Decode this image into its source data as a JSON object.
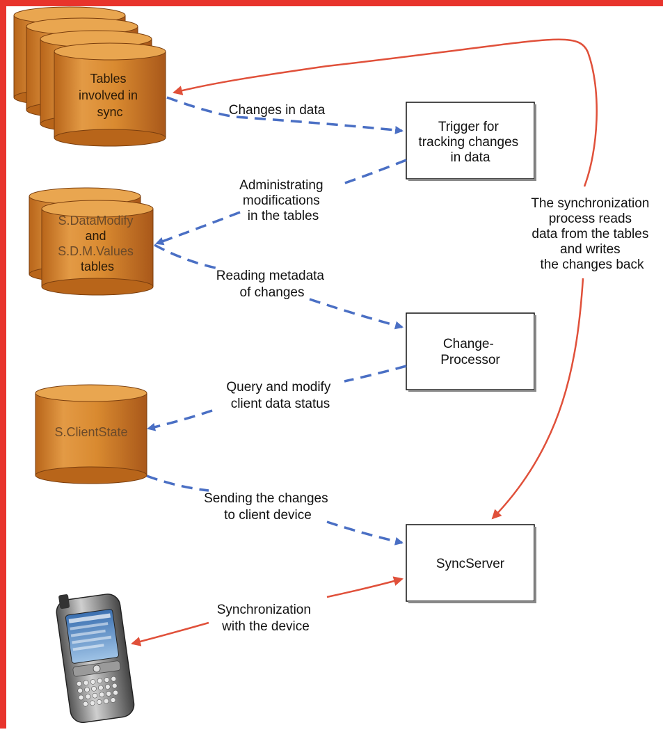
{
  "colors": {
    "frame_red": "#e8342c",
    "cylinder_fill": "#d98a30",
    "cylinder_dark": "#b8651a",
    "cylinder_top": "#e9a650",
    "dashed_arrow": "#4a6fc4",
    "solid_arrow": "#e0503a"
  },
  "databases": {
    "tables_sync": {
      "lines": [
        "Tables",
        "involved in",
        "sync"
      ]
    },
    "datamodify": {
      "lines": [
        "S.DataModify",
        "and",
        "S.D.M.Values",
        "tables"
      ]
    },
    "clientstate": {
      "lines": [
        "S.ClientState"
      ]
    }
  },
  "boxes": {
    "trigger": {
      "lines": [
        "Trigger for",
        "tracking changes",
        "in data"
      ]
    },
    "changeprocessor": {
      "lines": [
        "Change-",
        "Processor"
      ]
    },
    "syncserver": {
      "lines": [
        "SyncServer"
      ]
    }
  },
  "labels": {
    "changes_in_data": [
      "Changes in data"
    ],
    "administrating": [
      "Administrating",
      "modifications",
      "in the tables"
    ],
    "reading_metadata": [
      "Reading metadata",
      "of changes"
    ],
    "query_modify": [
      "Query and modify",
      "client data status"
    ],
    "sending_changes": [
      "Sending the changes",
      "to client device"
    ],
    "sync_device": [
      "Synchronization",
      "with the device"
    ],
    "sync_process": [
      "The synchronization",
      "process reads",
      "data from the tables",
      "and writes",
      "the changes back"
    ]
  },
  "device": {
    "icon": "smartphone-icon"
  }
}
